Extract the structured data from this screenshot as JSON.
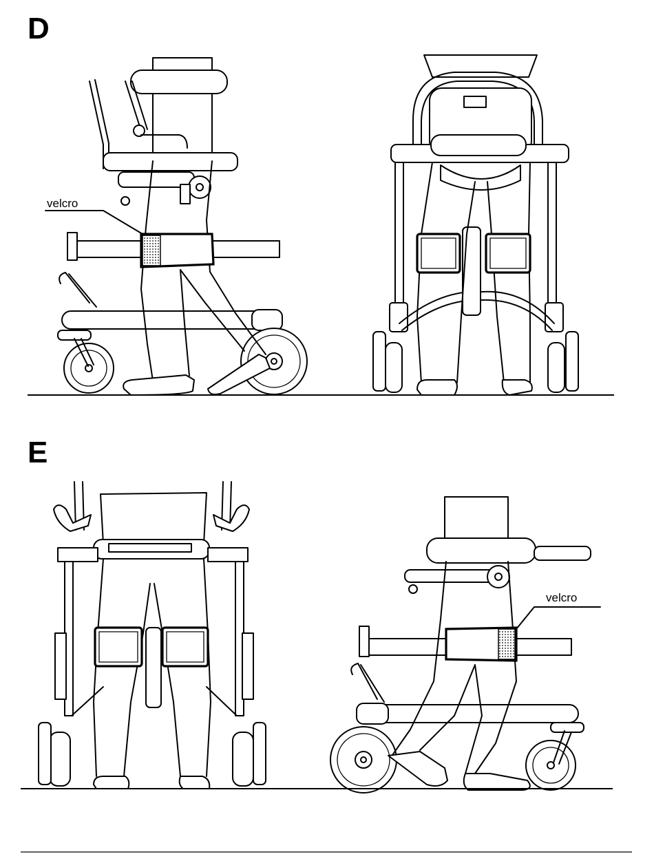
{
  "sections": [
    {
      "letter": "D",
      "callout": "velcro"
    },
    {
      "letter": "E",
      "callout": "velcro"
    }
  ]
}
